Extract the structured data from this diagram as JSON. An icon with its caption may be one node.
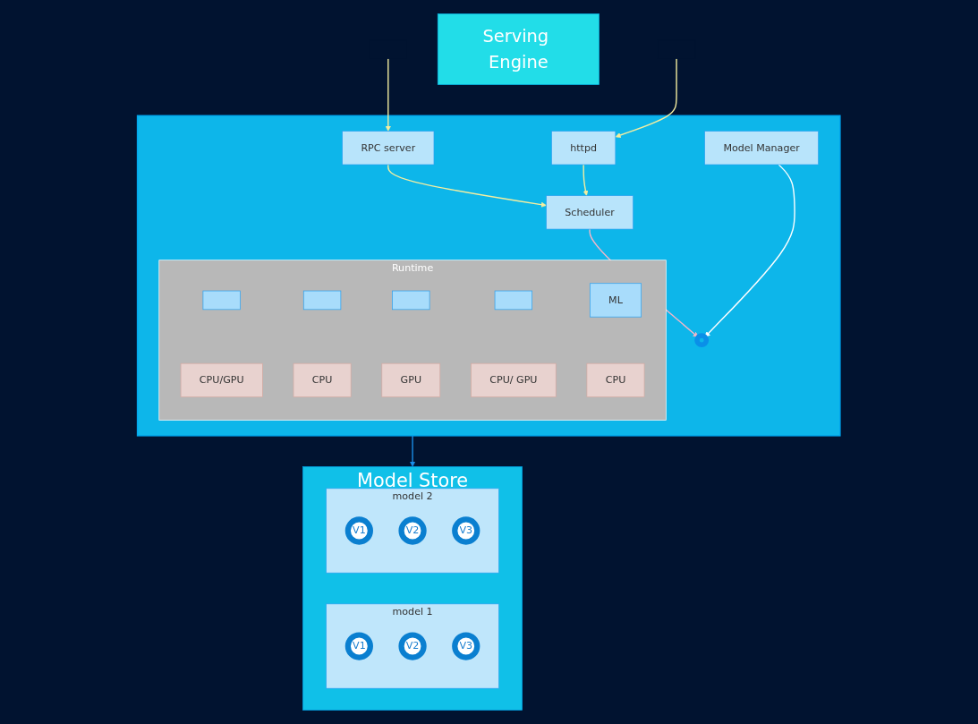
{
  "diagram": {
    "nodes": [
      {
        "text": [
          "Model Store"
        ]
      },
      {
        "text": [
          "model 1"
        ],
        "in": 0
      },
      {
        "text": [
          "V1"
        ],
        "in": 1
      },
      {
        "text": [
          "V2"
        ],
        "in": 1
      },
      {
        "text": [
          "V3"
        ],
        "in": 1
      },
      {
        "text": [
          "model 2"
        ],
        "in": 0
      },
      {
        "text": [
          "V1"
        ],
        "in": 5
      },
      {
        "text": [
          "V2"
        ],
        "in": 5
      },
      {
        "text": [
          "V3"
        ],
        "in": 5
      },
      {
        "text": [
          "Serving Engine"
        ]
      },
      {
        "text": [],
        "shape": "box"
      },
      {
        "text": [
          "httpd"
        ],
        "in": 10
      },
      {
        "text": [
          "RPC server"
        ],
        "in": 10
      },
      {
        "text": [
          "Model Manager"
        ],
        "in": 10
      },
      {
        "text": [],
        "shape": "circle",
        "in": 10
      },
      {
        "text": [
          "Scheduler"
        ],
        "in": 10
      },
      {
        "text": [
          "Runtime"
        ],
        "in": 10
      },
      {
        "text": [],
        "shape": "box",
        "in": 16
      },
      {
        "text": [],
        "shape": "box",
        "in": 16
      },
      {
        "text": [],
        "shape": "box",
        "in": 16
      },
      {
        "text": [],
        "shape": "box",
        "in": 16
      },
      {
        "text": [
          "ML"
        ],
        "in": 16
      },
      {
        "text": [
          "CPU/GPU"
        ],
        "in": 16
      },
      {
        "text": [
          "CPU"
        ],
        "in": 16
      },
      {
        "text": [
          "GPU"
        ],
        "in": 16
      },
      {
        "text": [
          "CPU/ GPU"
        ],
        "in": 16
      },
      {
        "text": [
          "CPU"
        ],
        "in": 16
      }
    ],
    "edges": [
      {
        "from": null,
        "to": 11,
        "arrow": "to"
      },
      {
        "from": null,
        "to": 12,
        "arrow": "to"
      },
      {
        "from": 11,
        "to": 15,
        "arrow": "to"
      },
      {
        "from": 12,
        "to": 15,
        "arrow": "to"
      },
      {
        "from": 13,
        "to": 14,
        "arrow": "to",
        "color": "#ffffff"
      },
      {
        "from": 15,
        "to": 14,
        "arrow": "to",
        "color": "#f4b6c8"
      },
      {
        "from": 10,
        "to": 0,
        "arrow": "to",
        "color": "#1a8fe8"
      }
    ]
  }
}
